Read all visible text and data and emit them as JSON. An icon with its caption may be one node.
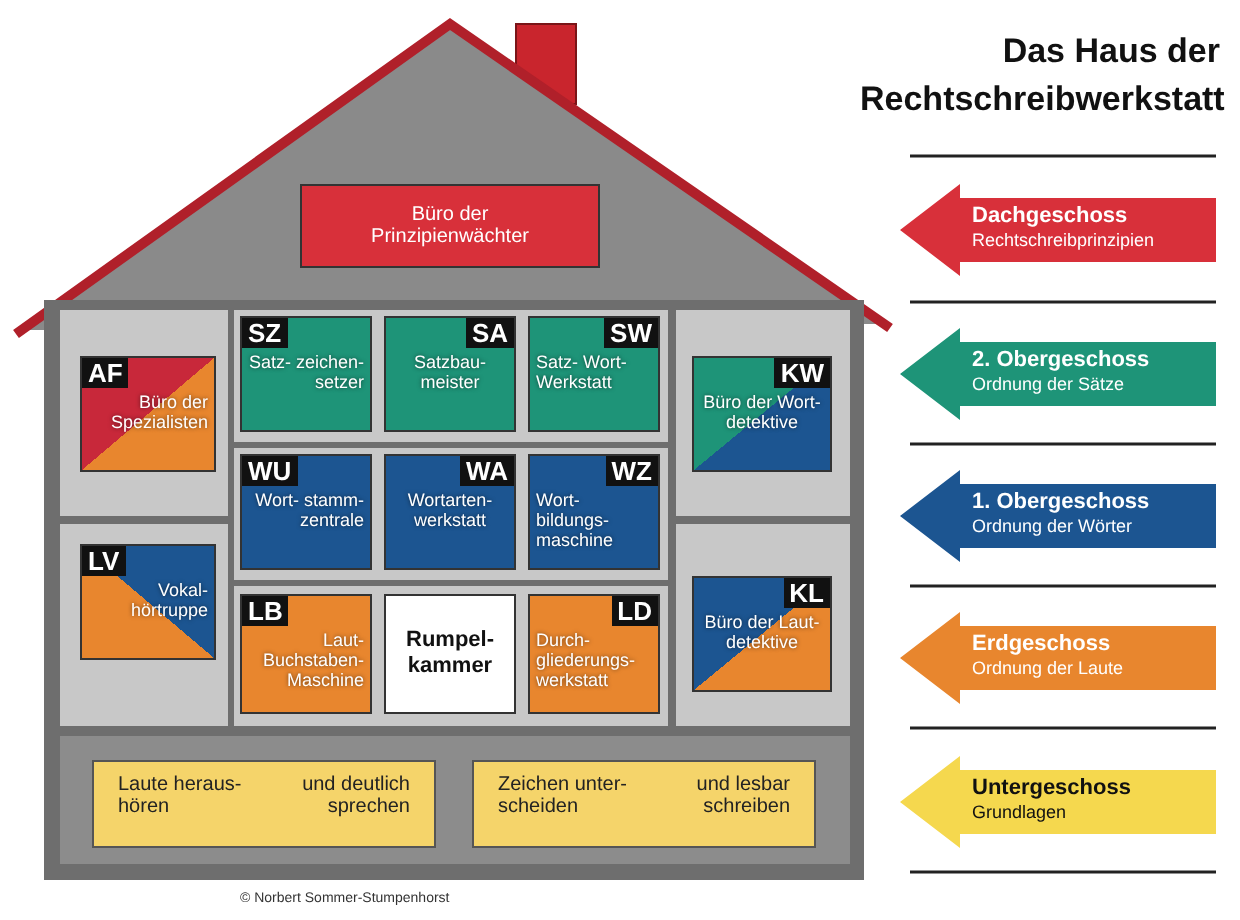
{
  "diagram": {
    "title": "Das Haus der Rechtschreibwerkstatt",
    "nodes": [
      {
        "text": [
          "Büro der Prinzipienwächter"
        ]
      },
      {
        "text": [
          "AF",
          "Büro der Spezialisten"
        ]
      },
      {
        "text": [
          "SZ",
          "Satz- zeichen- setzer"
        ]
      },
      {
        "text": [
          "SA",
          "Satzbau- meister"
        ]
      },
      {
        "text": [
          "SW",
          "Satz- Wort- Werkstatt"
        ]
      },
      {
        "text": [
          "KW",
          "Büro der Wort- detektive"
        ]
      },
      {
        "text": [
          "WU",
          "Wort- stamm- zentrale"
        ]
      },
      {
        "text": [
          "WA",
          "Wortarten- werkstatt"
        ]
      },
      {
        "text": [
          "WZ",
          "Wort- bildungs- maschine"
        ]
      },
      {
        "text": [
          "LV",
          "Vokal- hörtruppe"
        ]
      },
      {
        "text": [
          "LB",
          "Laut- Buchstaben- Maschine"
        ]
      },
      {
        "text": [
          "Rumpel- kammer"
        ]
      },
      {
        "text": [
          "LD",
          "Durch- gliederungs- werkstatt"
        ]
      },
      {
        "text": [
          "KL",
          "Büro der Laut- detektive"
        ]
      },
      {
        "text": [
          "Laute heraus- hören",
          "und deutlich sprechen"
        ]
      },
      {
        "text": [
          "Zeichen unter- scheiden",
          "und lesbar schreiben"
        ]
      },
      {
        "text": [
          "Dachgeschoss",
          "Rechtschreibprinzipien"
        ]
      },
      {
        "text": [
          "2. Obergeschoss",
          "Ordnung der Sätze"
        ]
      },
      {
        "text": [
          "1. Obergeschoss",
          "Ordnung der Wörter"
        ]
      },
      {
        "text": [
          "Erdgeschoss",
          "Ordnung der Laute"
        ]
      },
      {
        "text": [
          "Untergeschoss",
          "Grundlagen"
        ]
      }
    ],
    "edges": [],
    "labels": [
      "© Norbert Sommer-Stumpenhorst"
    ]
  }
}
